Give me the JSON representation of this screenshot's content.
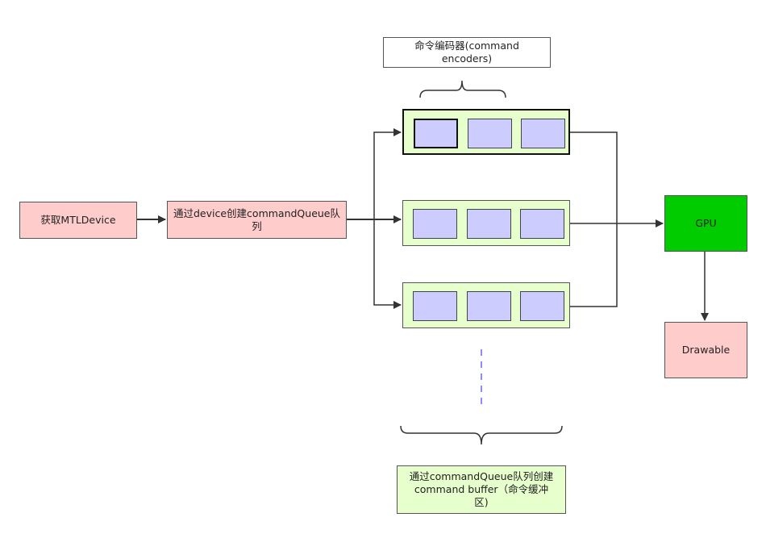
{
  "nodes": {
    "get_device": "获取MTLDevice",
    "create_queue": "通过device创建commandQueue队列",
    "gpu": "GPU",
    "drawable": "Drawable",
    "encoders_note": "命令编码器(command encoders)",
    "buffer_note": "通过commandQueue队列创建command buffer（命令缓冲区)"
  },
  "colors": {
    "pink": "#ffcccc",
    "light_green": "#e6ffcc",
    "encoder_purple": "#ccccff",
    "gpu_green": "#00cc00",
    "dash_blue": "#6666ff"
  }
}
